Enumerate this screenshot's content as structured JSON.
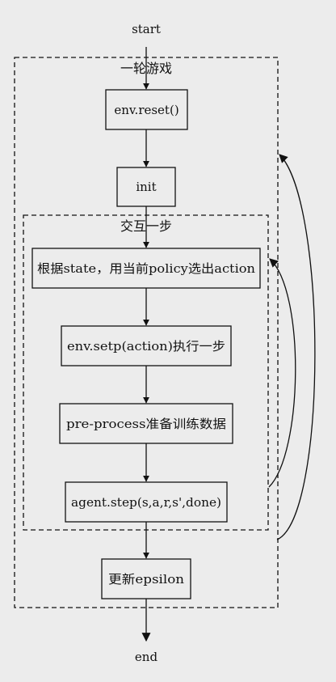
{
  "terminals": {
    "start": "start",
    "end": "end"
  },
  "clusters": {
    "outer_label": "一轮游戏",
    "inner_label": "交互一步"
  },
  "nodes": {
    "reset": "env.reset()",
    "init": "init",
    "select_action": "根据state，用当前policy选出action",
    "env_step": "env.setp(action)执行一步",
    "preprocess": "pre-process准备训练数据",
    "agent_step": "agent.step(s,a,r,s',done)",
    "update_epsilon": "更新epsilon"
  },
  "colors": {
    "background": "#ececec",
    "line": "#111111",
    "node_fill": "#ececec"
  }
}
